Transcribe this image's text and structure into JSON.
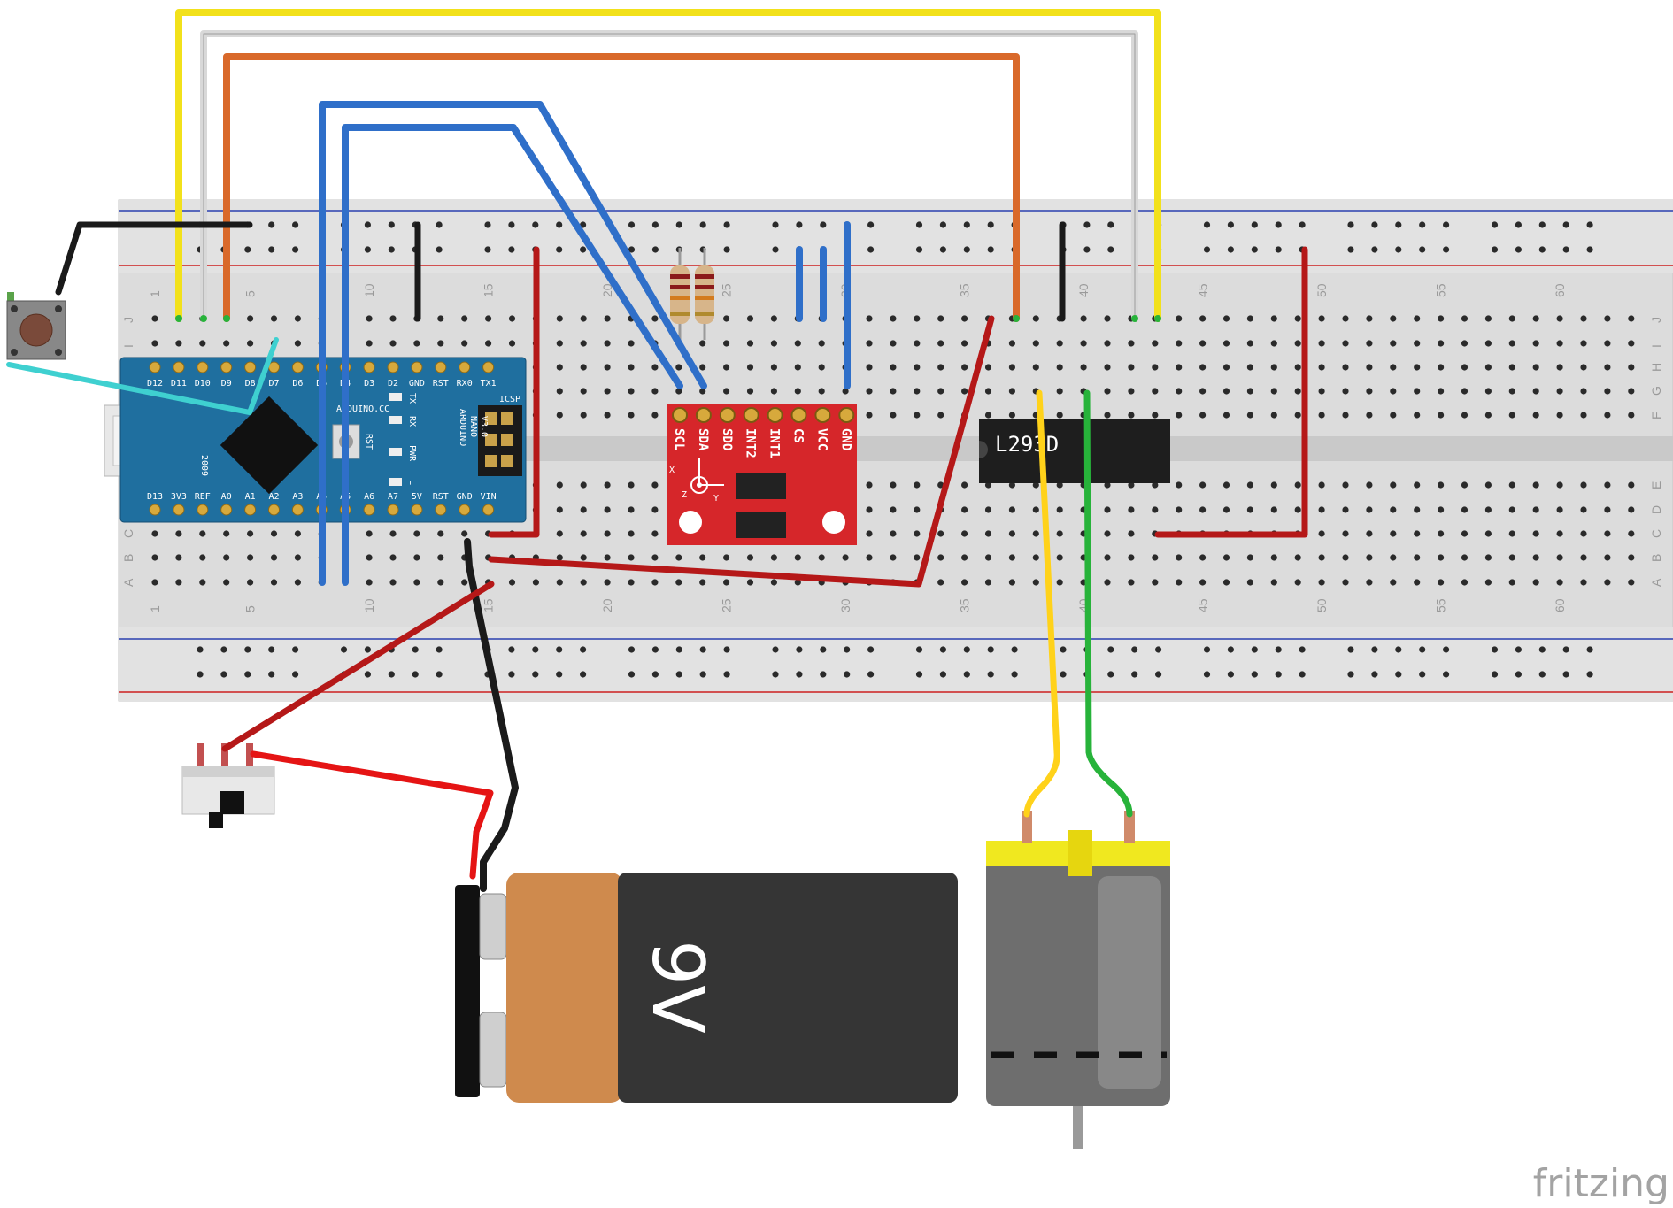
{
  "watermark": {
    "text": "fritzing"
  },
  "breadboard": {
    "column_numbers": [
      "1",
      "5",
      "10",
      "15",
      "20",
      "25",
      "30",
      "35",
      "40",
      "45",
      "50",
      "55",
      "60"
    ],
    "row_letters_top": [
      "J",
      "I",
      "H",
      "G",
      "F"
    ],
    "row_letters_bottom": [
      "E",
      "D",
      "C",
      "B",
      "A"
    ]
  },
  "arduino": {
    "top_pins": [
      "D12",
      "D11",
      "D10",
      "D9",
      "D8",
      "D7",
      "D6",
      "D5",
      "D4",
      "D3",
      "D2",
      "GND",
      "RST",
      "RX0",
      "TX1"
    ],
    "bottom_pins": [
      "D13",
      "3V3",
      "REF",
      "A0",
      "A1",
      "A2",
      "A3",
      "A4",
      "A5",
      "A6",
      "A7",
      "5V",
      "RST",
      "GND",
      "VIN"
    ],
    "brand": "ARDUINO.CC",
    "model_lines": [
      "ARDUINO",
      "NANO",
      "V3.0"
    ],
    "year": "2009",
    "icsp": "ICSP",
    "led_labels": [
      "TX",
      "RX",
      "PWR",
      "L"
    ],
    "rst_label": "RST"
  },
  "accelerometer": {
    "pins": [
      "SCL",
      "SDA",
      "SDO",
      "INT2",
      "INT1",
      "CS",
      "VCC",
      "GND"
    ],
    "axis_labels": [
      "X",
      "Y",
      "Z"
    ]
  },
  "motor_driver": {
    "label": "L293D"
  },
  "battery": {
    "label": "9V"
  },
  "colors": {
    "wire_yellow": "#f2e11b",
    "wire_white": "#d8d8d8",
    "wire_orange": "#d9692a",
    "wire_blue": "#2f6fc9",
    "wire_red": "#b51818",
    "wire_black": "#1a1a1a",
    "wire_cyan": "#3fd0d0",
    "arduino_board": "#1f6f9f",
    "accel_board": "#d6262a",
    "battery_copper": "#cf8a4d",
    "battery_body": "#353535",
    "motor_cap": "#f0e81f",
    "motor_body": "#6e6e6e"
  }
}
